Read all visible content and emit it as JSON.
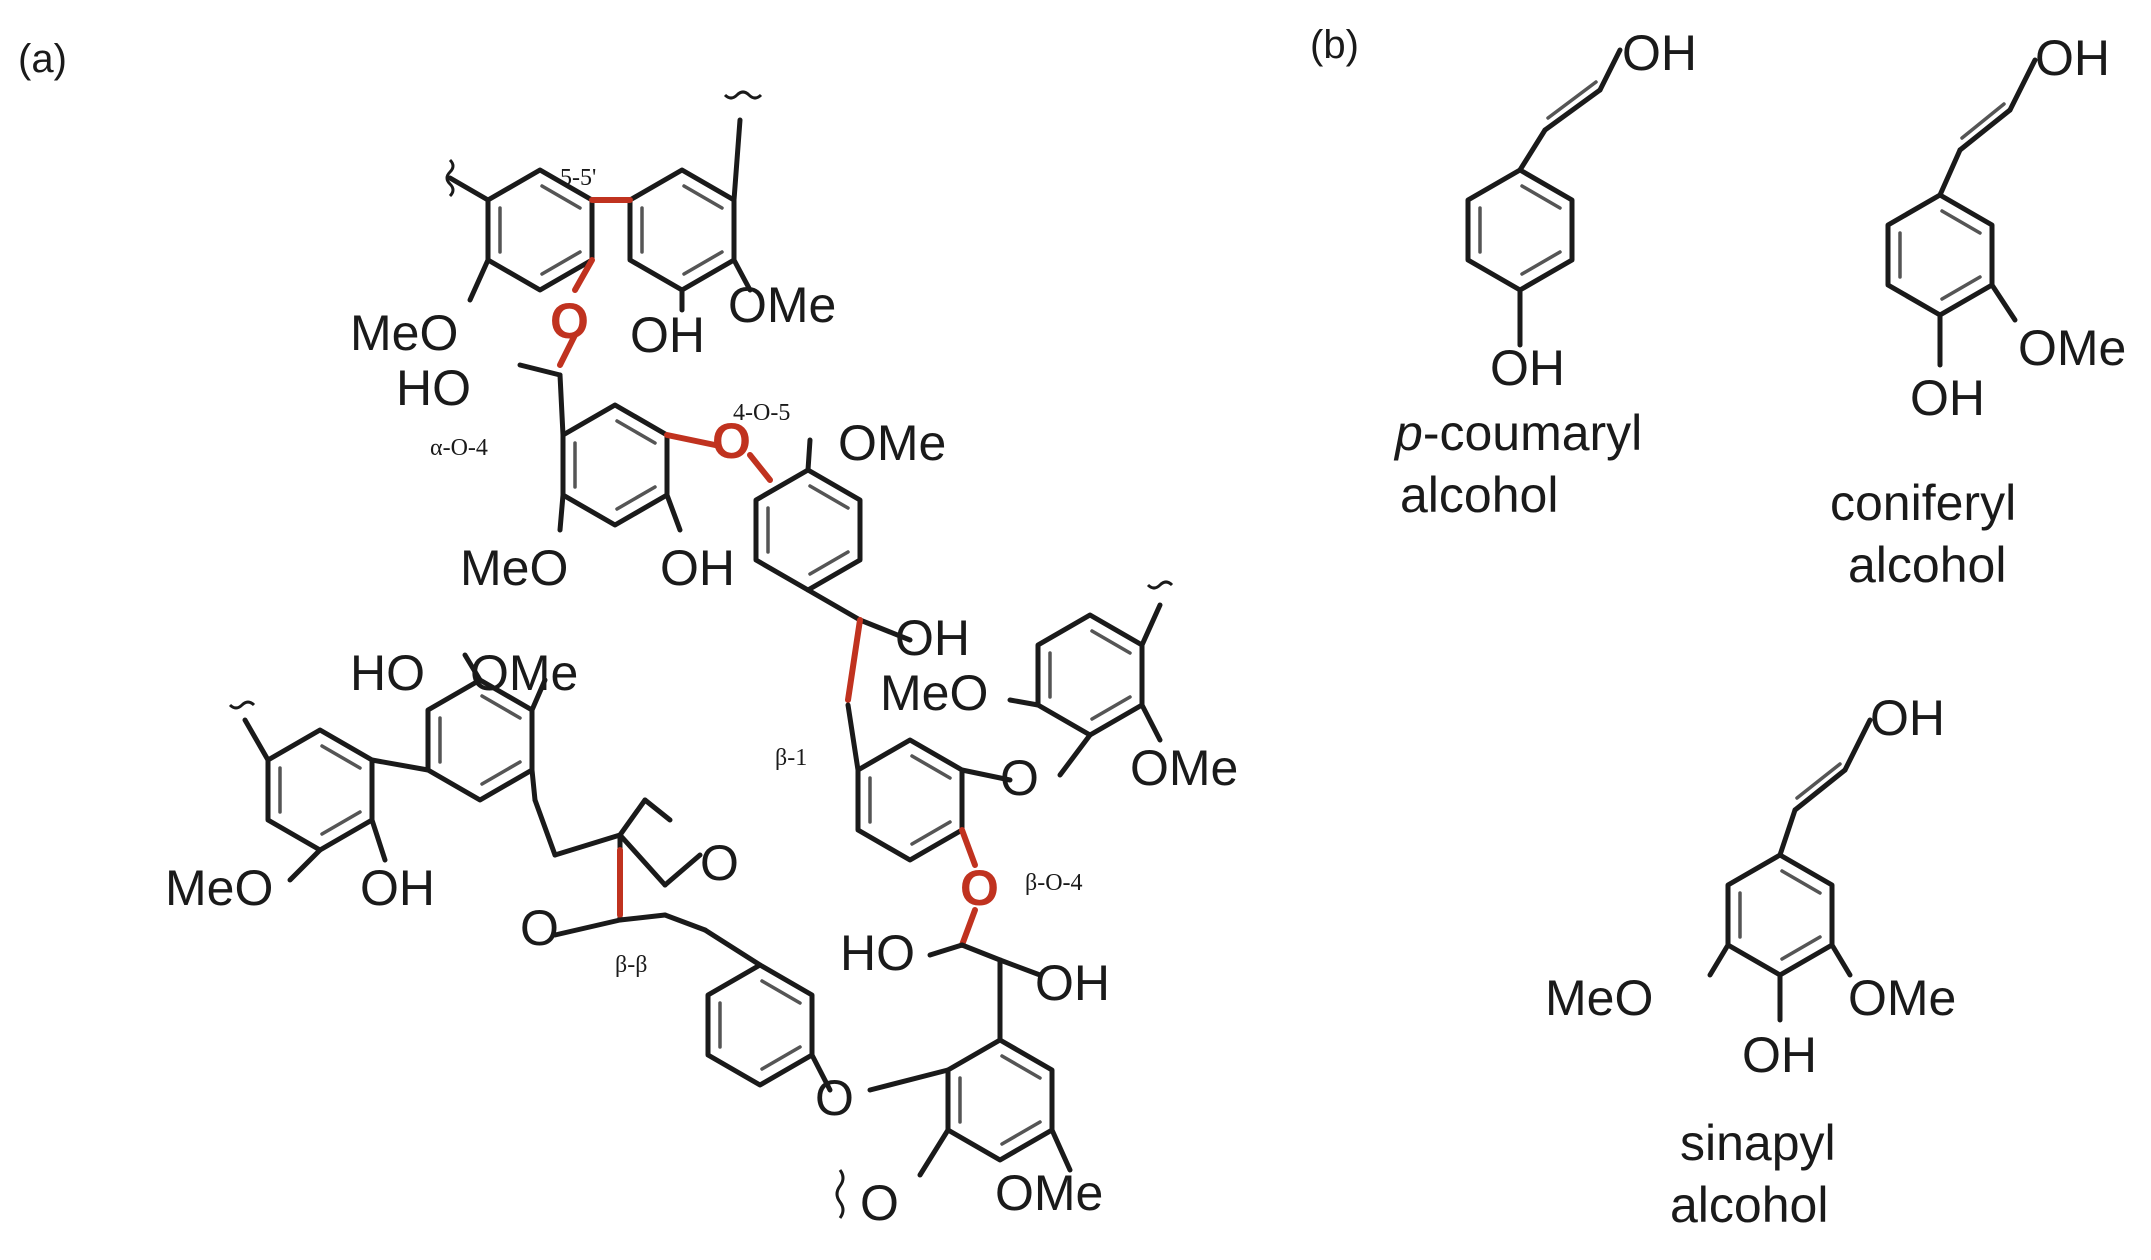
{
  "panels": {
    "a": "(a)",
    "b": "(b)"
  },
  "groups": {
    "oh": "OH",
    "ho": "HO",
    "meo": "MeO",
    "ome": "OMe",
    "o": "O"
  },
  "linkages": {
    "l_5_5": "5-5'",
    "l_a_o_4": "α-O-4",
    "l_4_o_5": "4-O-5",
    "l_b_1": "β-1",
    "l_b_o_4": "β-O-4",
    "l_b_b": "β-β"
  },
  "captions": {
    "coumaryl_p": "p",
    "coumaryl_rest": "-coumaryl",
    "coniferyl": "coniferyl",
    "sinapyl": "sinapyl",
    "alcohol": "alcohol"
  },
  "colors": {
    "ink": "#1a1a1a",
    "highlight": "#c0321f"
  }
}
